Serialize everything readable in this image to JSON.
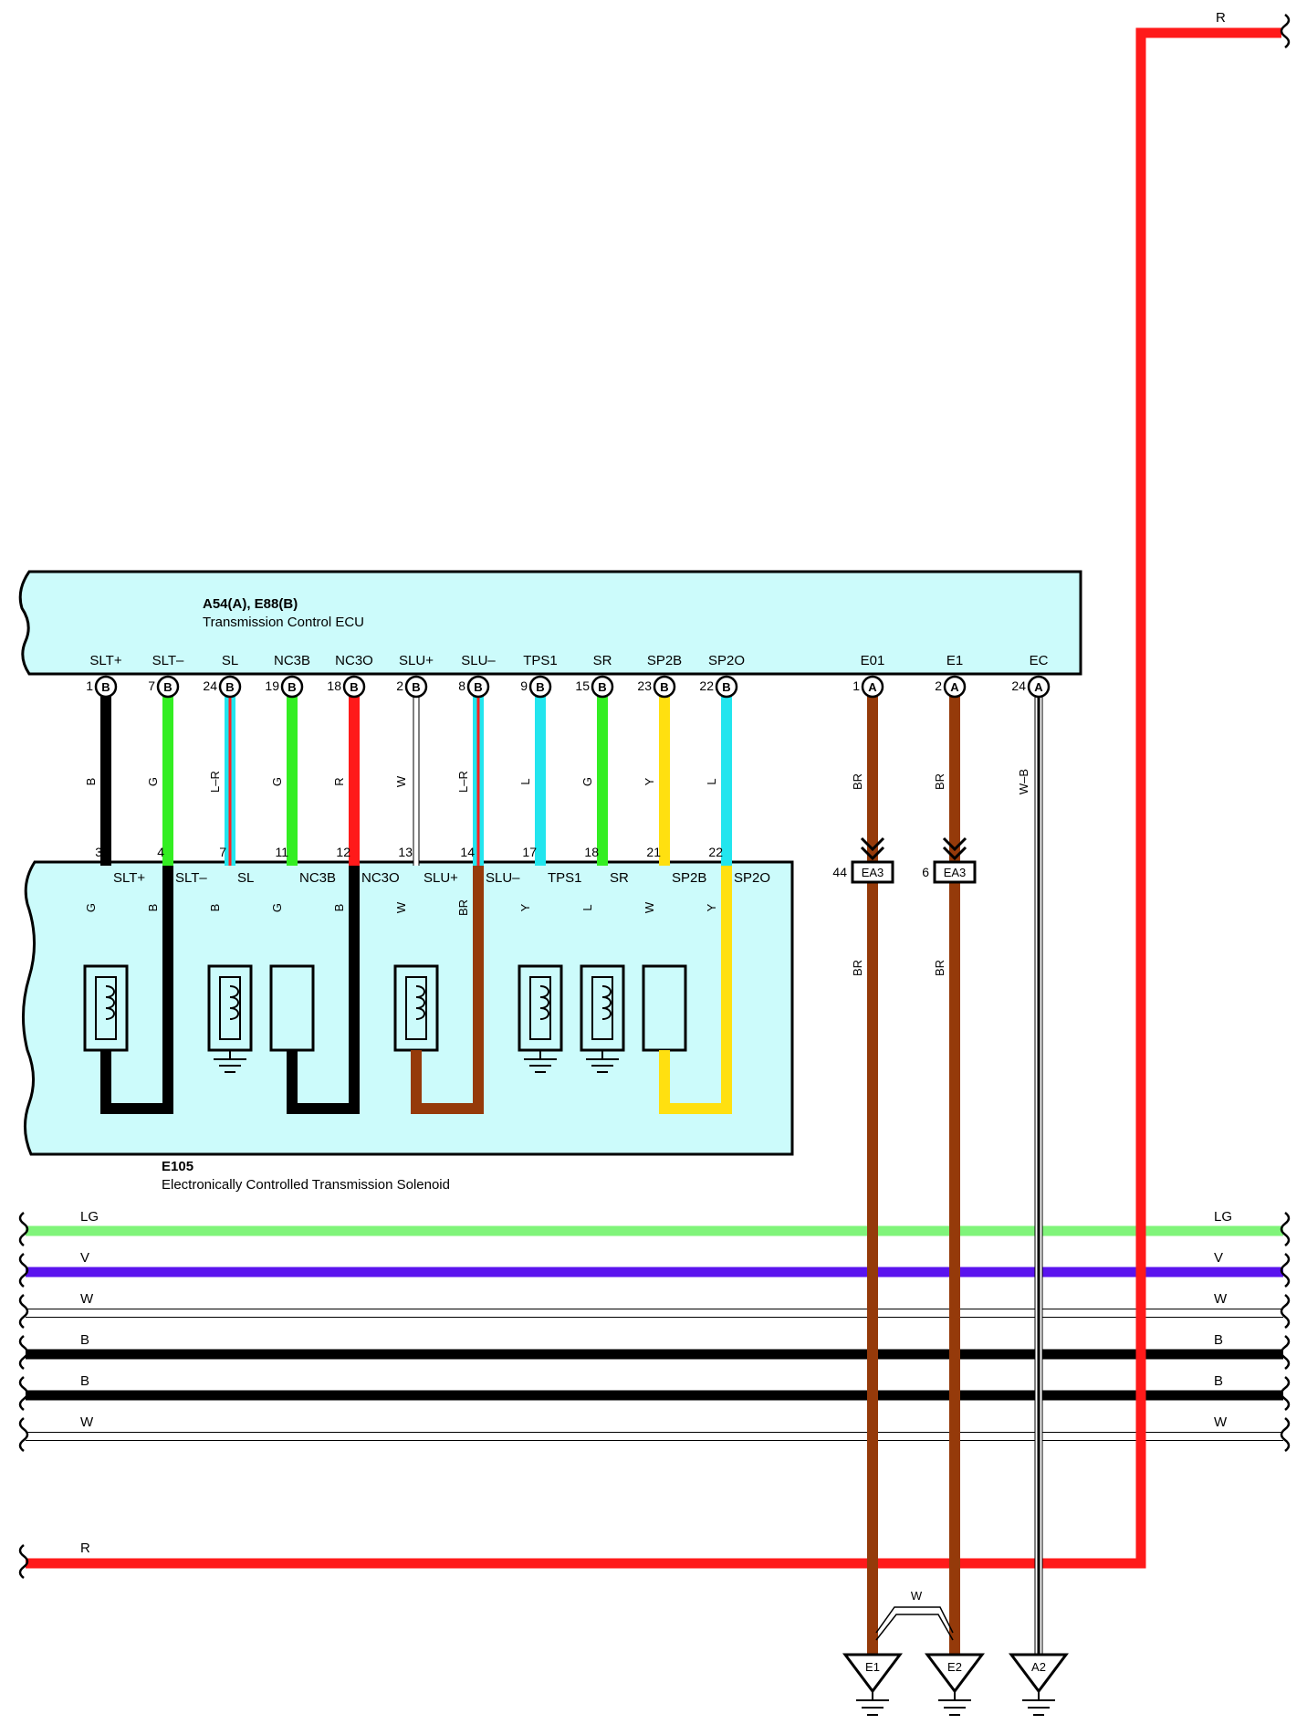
{
  "ecu": {
    "code": "A54(A), E88(B)",
    "name": "Transmission Control ECU",
    "terminals": [
      {
        "name": "SLT+",
        "pin": "1",
        "conn": "B",
        "wire": "B",
        "color": "#000000"
      },
      {
        "name": "SLT–",
        "pin": "7",
        "conn": "B",
        "wire": "G",
        "color": "#33ee22"
      },
      {
        "name": "SL",
        "pin": "24",
        "conn": "B",
        "wire": "L–R",
        "color": "#22e5ee",
        "stripe": "#ff2222"
      },
      {
        "name": "NC3B",
        "pin": "19",
        "conn": "B",
        "wire": "G",
        "color": "#33ee22"
      },
      {
        "name": "NC3O",
        "pin": "18",
        "conn": "B",
        "wire": "R",
        "color": "#ff1a1a"
      },
      {
        "name": "SLU+",
        "pin": "2",
        "conn": "B",
        "wire": "W",
        "color": "#ffffff"
      },
      {
        "name": "SLU–",
        "pin": "8",
        "conn": "B",
        "wire": "L–R",
        "color": "#22e5ee",
        "stripe": "#ff2222"
      },
      {
        "name": "TPS1",
        "pin": "9",
        "conn": "B",
        "wire": "L",
        "color": "#22e5ee"
      },
      {
        "name": "SR",
        "pin": "15",
        "conn": "B",
        "wire": "G",
        "color": "#33ee22"
      },
      {
        "name": "SP2B",
        "pin": "23",
        "conn": "B",
        "wire": "Y",
        "color": "#ffe010"
      },
      {
        "name": "SP2O",
        "pin": "22",
        "conn": "B",
        "wire": "L",
        "color": "#22e5ee"
      },
      {
        "name": "E01",
        "pin": "1",
        "conn": "A",
        "wire": "BR",
        "color": "#953a0a"
      },
      {
        "name": "E1",
        "pin": "2",
        "conn": "A",
        "wire": "BR",
        "color": "#953a0a"
      },
      {
        "name": "EC",
        "pin": "24",
        "conn": "A",
        "wire": "W–B",
        "color": "#ffffff",
        "stripe": "#000000"
      }
    ]
  },
  "solenoid": {
    "code": "E105",
    "name": "Electronically Controlled Transmission Solenoid",
    "pins": [
      {
        "pin": "3",
        "name": "SLT+",
        "wire": "G",
        "color": "#33ee22"
      },
      {
        "pin": "4",
        "name": "SLT–",
        "wire": "B",
        "color": "#000000"
      },
      {
        "pin": "7",
        "name": "SL",
        "wire": "B",
        "color": "#000000"
      },
      {
        "pin": "11",
        "name": "NC3B",
        "wire": "G",
        "color": "#33ee22"
      },
      {
        "pin": "12",
        "name": "NC3O",
        "wire": "B",
        "color": "#000000"
      },
      {
        "pin": "13",
        "name": "SLU+",
        "wire": "W",
        "color": "#ffffff"
      },
      {
        "pin": "14",
        "name": "SLU–",
        "wire": "BR",
        "color": "#953a0a"
      },
      {
        "pin": "17",
        "name": "TPS1",
        "wire": "Y",
        "color": "#ffe010"
      },
      {
        "pin": "18",
        "name": "SR",
        "wire": "L",
        "color": "#22e5ee"
      },
      {
        "pin": "21",
        "name": "SP2B",
        "wire": "W",
        "color": "#ffffff"
      },
      {
        "pin": "22",
        "name": "SP2O",
        "wire": "Y",
        "color": "#ffe010"
      }
    ]
  },
  "connector_ea3": {
    "name": "EA3",
    "pins": [
      "44",
      "6"
    ],
    "lower_wire": "BR"
  },
  "bus": [
    {
      "label": "LG",
      "color": "#80f47a"
    },
    {
      "label": "V",
      "color": "#5a14ee"
    },
    {
      "label": "W",
      "color": "#ffffff"
    },
    {
      "label": "B",
      "color": "#000000"
    },
    {
      "label": "B",
      "color": "#000000"
    },
    {
      "label": "W",
      "color": "#ffffff"
    }
  ],
  "power": {
    "label": "R",
    "color": "#ff1a1a"
  },
  "grounds": [
    "E1",
    "E2",
    "A2"
  ],
  "ground_link_wire": "W",
  "colors": {
    "box_fill": "#ccfbfb",
    "brown": "#953a0a",
    "red": "#ff1a1a"
  }
}
